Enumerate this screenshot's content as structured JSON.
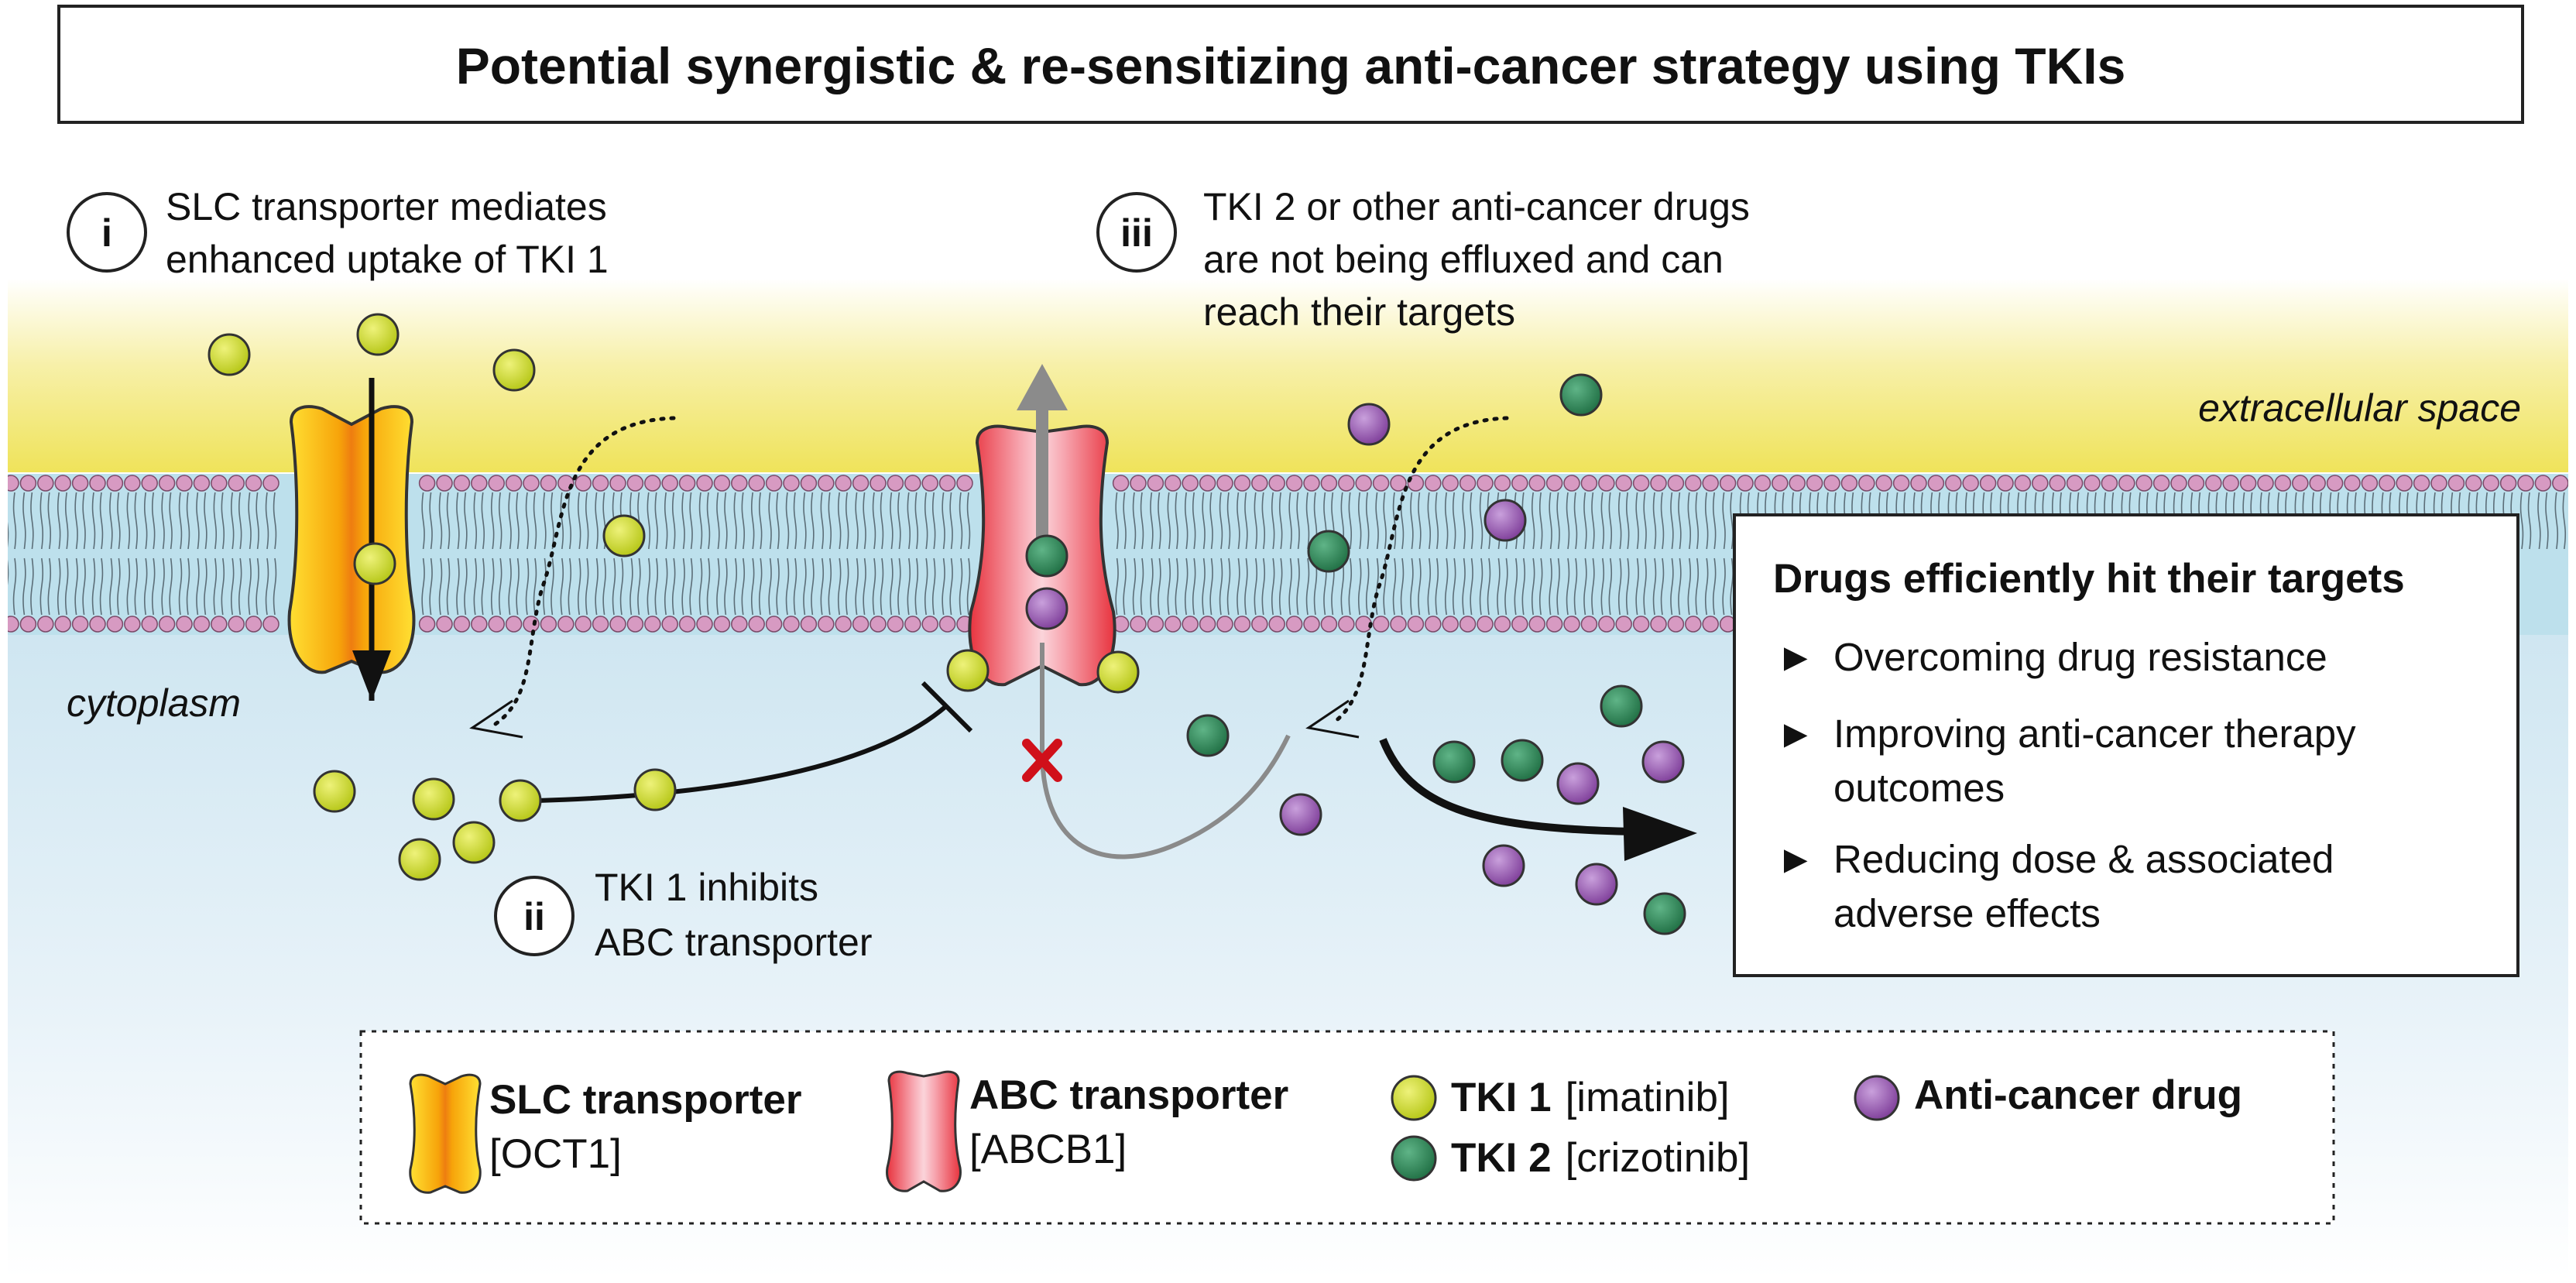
{
  "title": "Potential synergistic & re-sensitizing anti-cancer strategy using TKIs",
  "regions": {
    "extracellular": "extracellular space",
    "cytoplasm": "cytoplasm"
  },
  "steps": [
    {
      "marker": "i",
      "line1": "SLC transporter mediates",
      "line2": "enhanced uptake of TKI 1",
      "line3": ""
    },
    {
      "marker": "ii",
      "line1": "TKI 1 inhibits",
      "line2": "ABC transporter",
      "line3": ""
    },
    {
      "marker": "iii",
      "line1": "TKI 2 or other anti-cancer drugs",
      "line2": "are not being effluxed and can",
      "line3": "reach their targets"
    }
  ],
  "outcome_box": {
    "heading": "Drugs efficiently hit their targets",
    "bullet_glyph": "►",
    "items": [
      {
        "line1": "Overcoming drug resistance",
        "line2": ""
      },
      {
        "line1": "Improving anti-cancer therapy",
        "line2": "outcomes"
      },
      {
        "line1": "Reducing dose & associated",
        "line2": "adverse effects"
      }
    ]
  },
  "legend": {
    "slc": {
      "name": "SLC transporter",
      "detail": "[OCT1]"
    },
    "abc": {
      "name": "ABC transporter",
      "detail": "[ABCB1]"
    },
    "tki1": {
      "name": "TKI 1",
      "detail": "[imatinib]"
    },
    "tki2": {
      "name": "TKI 2",
      "detail": "[crizotinib]"
    },
    "drug": {
      "name": "Anti-cancer drug",
      "detail": ""
    }
  },
  "colors": {
    "tki1": "#c6d61c",
    "tki2": "#2e8b57",
    "drug": "#9b59b6",
    "slc": "#f5a40a",
    "abc": "#e8333e",
    "membrane_head": "#d79ac2",
    "membrane_core": "#bde0ec",
    "extracellular": "#f2e86b",
    "cytoplasm": "#dfeef6",
    "block_mark": "#d0101a"
  },
  "icons": {
    "bullet": "play-triangle-icon",
    "block": "red-cross-icon",
    "inhibition": "t-bar-inhibition-icon"
  }
}
